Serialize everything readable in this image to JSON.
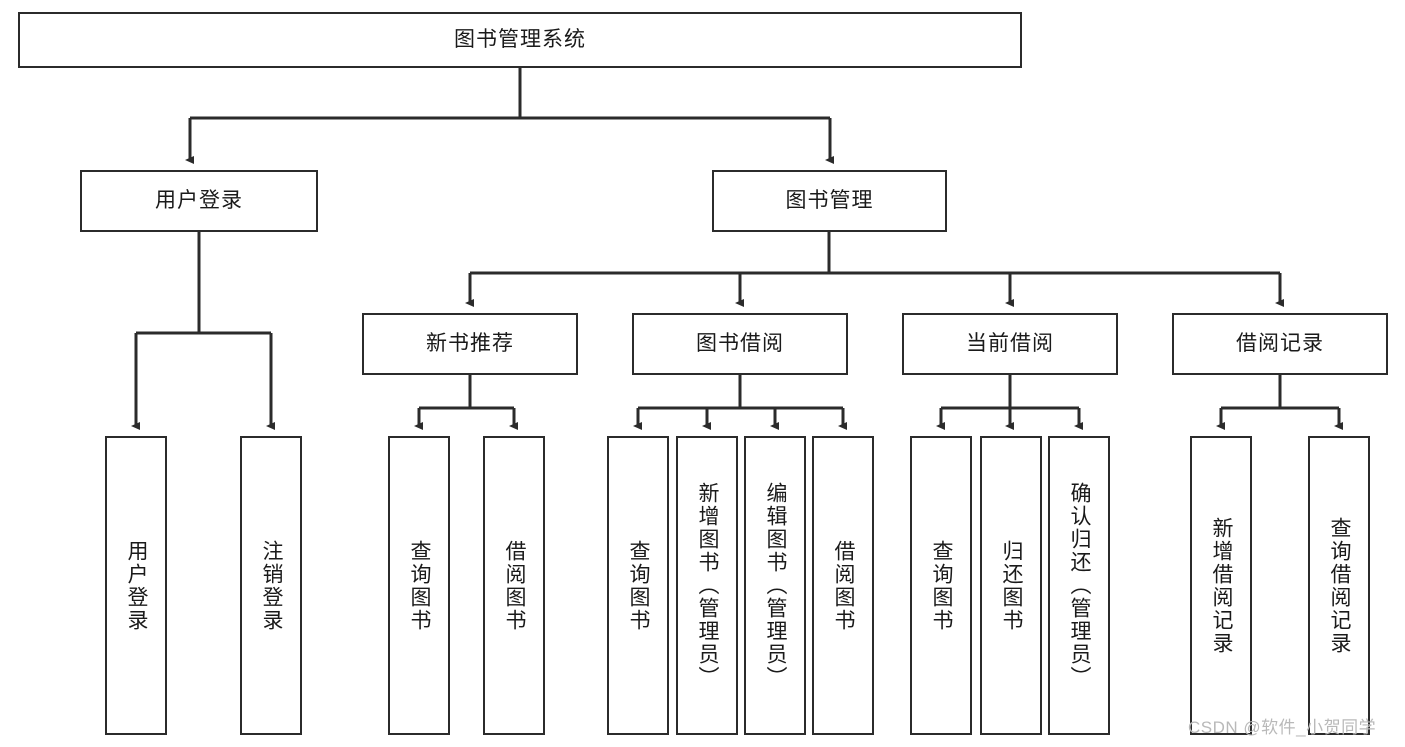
{
  "diagram": {
    "type": "hierarchy-tree",
    "title": "图书管理系统",
    "stroke_color": "#2b2b2b",
    "fill_color": "#ffffff",
    "text_color": "#1a1a1a",
    "levels": {
      "root": {
        "label": "图书管理系统"
      },
      "level2": [
        {
          "label": "用户登录"
        },
        {
          "label": "图书管理"
        }
      ],
      "level3": [
        {
          "label": "新书推荐"
        },
        {
          "label": "图书借阅"
        },
        {
          "label": "当前借阅"
        },
        {
          "label": "借阅记录"
        }
      ],
      "leaves": [
        {
          "label": "用户登录",
          "parent": "用户登录"
        },
        {
          "label": "注销登录",
          "parent": "用户登录"
        },
        {
          "label": "查询图书",
          "parent": "新书推荐"
        },
        {
          "label": "借阅图书",
          "parent": "新书推荐"
        },
        {
          "label": "查询图书",
          "parent": "图书借阅"
        },
        {
          "label": "新增图书（管理员）",
          "parent": "图书借阅"
        },
        {
          "label": "编辑图书（管理员）",
          "parent": "图书借阅"
        },
        {
          "label": "借阅图书",
          "parent": "图书借阅"
        },
        {
          "label": "查询图书",
          "parent": "当前借阅"
        },
        {
          "label": "归还图书",
          "parent": "当前借阅"
        },
        {
          "label": "确认归还（管理员）",
          "parent": "当前借阅"
        },
        {
          "label": "新增借阅记录",
          "parent": "借阅记录"
        },
        {
          "label": "查询借阅记录",
          "parent": "借阅记录"
        }
      ]
    }
  },
  "watermark": {
    "text": "CSDN @软件_小贺同学"
  }
}
